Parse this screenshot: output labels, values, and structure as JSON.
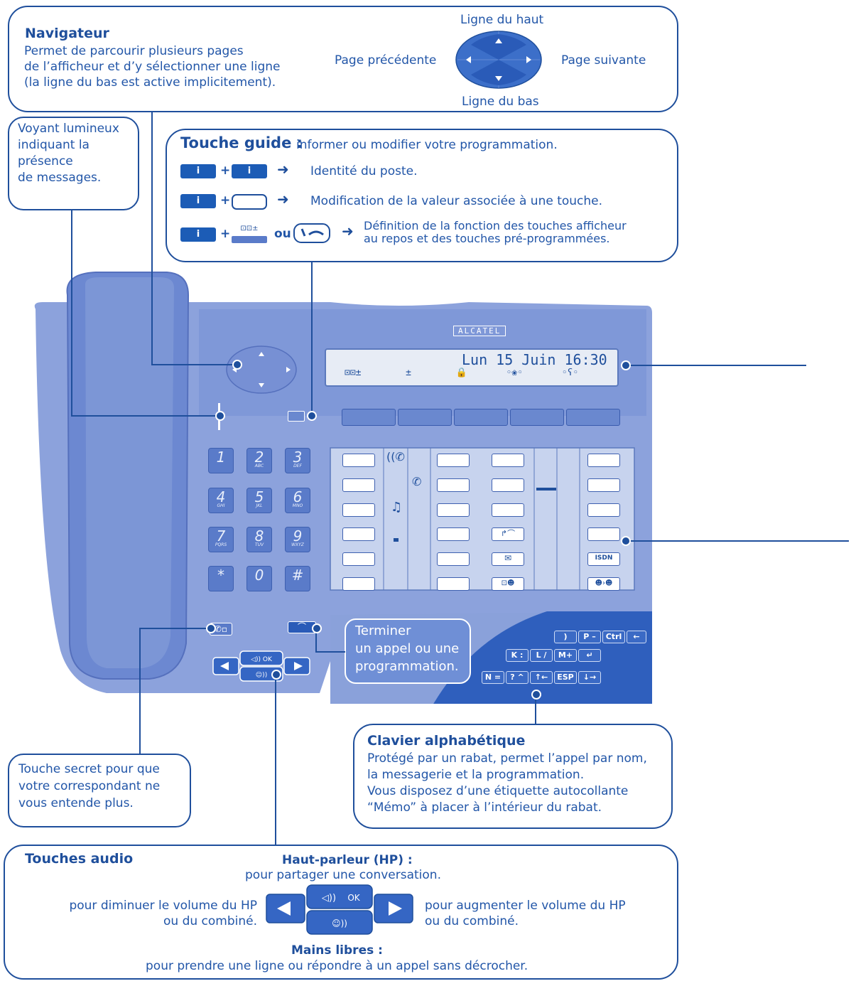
{
  "navigateur": {
    "title": "Navigateur",
    "text_1": "Permet de parcourir plusieurs pages",
    "text_2": "de l’afficheur et d’y sélectionner une ligne",
    "text_3": "(la ligne du bas est active implicitement).",
    "top": "Ligne du haut",
    "prev": "Page précédente",
    "next": "Page suivante",
    "bottom": "Ligne du bas"
  },
  "voyant": {
    "line_1": "Voyant lumineux",
    "line_2": "indiquant la",
    "line_3": "présence",
    "line_4": "de messages."
  },
  "guide": {
    "title": "Touche guide :",
    "subtitle": "informer ou modifier votre programmation.",
    "key_glyph": "i",
    "plus": "+",
    "ou": "ou",
    "row1": "Identité du poste.",
    "row2": "Modification de la valeur associée à une touche.",
    "row3_1": "Définition de la fonction des touches afficheur",
    "row3_2": "au repos et des touches pré-programmées."
  },
  "phone": {
    "brand": "ALCATEL",
    "display": "Lun 15 Juin 16:30",
    "keypad": [
      {
        "d": "1",
        "l": ""
      },
      {
        "d": "2",
        "l": "ABC"
      },
      {
        "d": "3",
        "l": "DEF"
      },
      {
        "d": "4",
        "l": "GHI"
      },
      {
        "d": "5",
        "l": "JKL"
      },
      {
        "d": "6",
        "l": "MNO"
      },
      {
        "d": "7",
        "l": "PQRS"
      },
      {
        "d": "8",
        "l": "TUV"
      },
      {
        "d": "9",
        "l": "WXYZ"
      },
      {
        "d": "*",
        "l": ""
      },
      {
        "d": "0",
        "l": ""
      },
      {
        "d": "#",
        "l": ""
      }
    ],
    "isdn": "ISDN",
    "alpha_row1": [
      "P –",
      "Ctrl",
      "←"
    ],
    "alpha_row2": [
      "K :",
      "L /",
      "M+",
      "↵"
    ],
    "alpha_row3": [
      "N =",
      "? ^",
      "↑←",
      "ESP",
      "↓→"
    ]
  },
  "terminer": {
    "line_1": "Terminer",
    "line_2": "un appel ou une",
    "line_3": "programmation."
  },
  "clavier": {
    "title": "Clavier alphabétique",
    "line_1": "Protégé par un rabat, permet l’appel par nom,",
    "line_2": "la messagerie et la programmation.",
    "line_3": "Vous disposez d’une étiquette autocollante",
    "line_4": "“Mémo” à placer à l’intérieur du rabat."
  },
  "secret": {
    "line_1": "Touche secret  pour que",
    "line_2": "votre correspondant ne",
    "line_3": "vous entende plus."
  },
  "audio": {
    "title": "Touches audio",
    "hp_title": "Haut-parleur (HP) :",
    "hp_text": "pour partager une conversation.",
    "minus_1": "pour diminuer le volume du HP",
    "minus_2": "ou du combiné.",
    "plus_1": "pour augmenter le volume du HP",
    "plus_2": "ou du combiné.",
    "ml_title": "Mains libres :",
    "ml_text": "pour prendre une ligne ou répondre à un appel sans décrocher.",
    "ok": "OK"
  },
  "colors": {
    "primary": "#1f4f9c",
    "phone_body": "#7d97d8",
    "phone_dark": "#3b63c0"
  }
}
